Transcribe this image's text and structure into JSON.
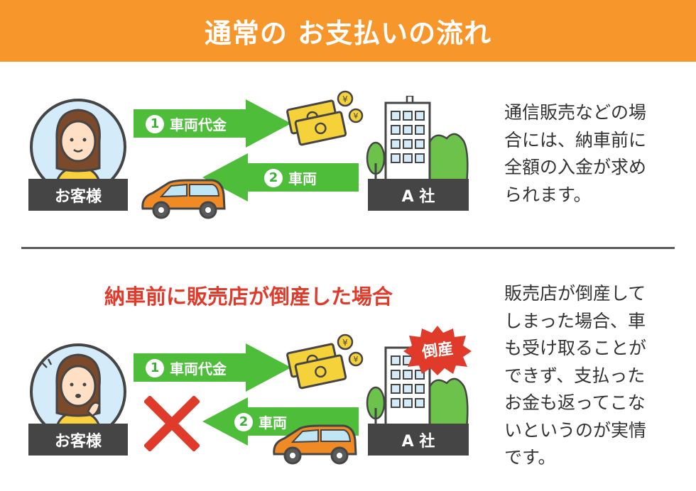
{
  "header": {
    "title": "通常の お支払いの流れ"
  },
  "scenario_normal": {
    "customer_label": "お客様",
    "company_label": "A 社",
    "arrow_payment": {
      "number": "1",
      "label": "車両代金"
    },
    "arrow_car": {
      "number": "2",
      "label": "車両"
    },
    "description_lines": [
      "通信販売などの場",
      "合には、納車前に",
      "全額の入金が求め",
      "られます。"
    ]
  },
  "scenario_bankrupt": {
    "title": "納車前に販売店が倒産した場合",
    "customer_label": "お客様",
    "company_label": "A 社",
    "bankrupt_badge": "倒産",
    "arrow_payment": {
      "number": "1",
      "label": "車両代金"
    },
    "arrow_car": {
      "number": "2",
      "label": "車両"
    },
    "description_lines": [
      "販売店が倒産して",
      "しまった場合、車",
      "も受け取ることが",
      "できず、支払った",
      "お金も返ってこな",
      "いというのが実情",
      "です。"
    ]
  },
  "colors": {
    "header": "#f7962b",
    "arrow_green": "#4dbd3a",
    "label_dark": "#454545",
    "car_orange": "#f08a24",
    "money_yellow": "#f5d23a",
    "cross_red": "#e03a2a",
    "avatar_bg": "#d4ecfa"
  }
}
